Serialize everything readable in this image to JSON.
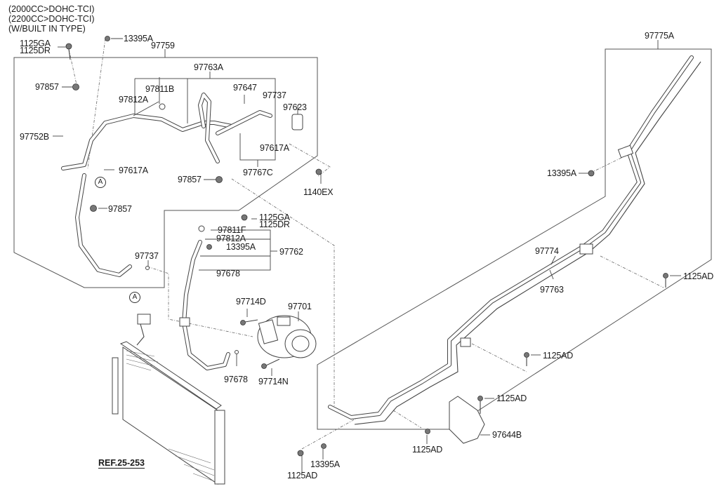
{
  "notes": [
    "(2000CC>DOHC-TCI)",
    "(2200CC>DOHC-TCI)",
    "(W/BUILT IN TYPE)"
  ],
  "labels": {
    "p1125ga_top": "1125GA",
    "p1125dr_top": "1125DR",
    "p13395a_top": "13395A",
    "p97759": "97759",
    "p97763a": "97763A",
    "p97811b": "97811B",
    "p97812a_top": "97812A",
    "p97647": "97647",
    "p97737_top": "97737",
    "p97623": "97623",
    "p97857_a": "97857",
    "p97752b": "97752B",
    "p97617a_left": "97617A",
    "p97617a_right": "97617A",
    "p97767c": "97767C",
    "p97857_b": "97857",
    "p97857_c": "97857",
    "p1140ex": "1140EX",
    "p1125ga_mid": "1125GA",
    "p1125dr_mid": "1125DR",
    "p97811f": "97811F",
    "p97812a_mid": "97812A",
    "p13395a_mid": "13395A",
    "p97762": "97762",
    "p97678_mid": "97678",
    "p97737_left": "97737",
    "p97714d": "97714D",
    "p97701": "97701",
    "p97678_low": "97678",
    "p97714n": "97714N",
    "p97775a": "97775A",
    "p13395a_right": "13395A",
    "p97774": "97774",
    "p97763": "97763",
    "p1125ad_r1": "1125AD",
    "p1125ad_r2": "1125AD",
    "p1125ad_r3": "1125AD",
    "p97644b": "97644B",
    "p1125ad_bc": "1125AD",
    "p13395a_bot": "13395A",
    "p1125ad_bl": "1125AD"
  },
  "callouts": {
    "a1": "A",
    "a2": "A"
  },
  "reference": "REF.25-253"
}
